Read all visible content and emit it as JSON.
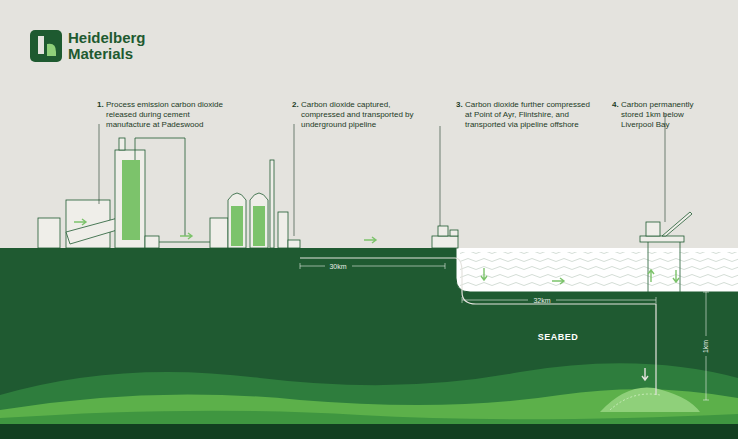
{
  "diagram": {
    "labels": [
      "Heidelberg Materials",
      "1.",
      "Process emission carbon dioxide released during cement manufacture at Padeswood",
      "2.",
      "Carbon dioxide captured, compressed and transported by underground pipeline",
      "3.",
      "Carbon dioxide further compressed at Point of Ayr, Flintshire, and transported via pipeline offshore",
      "4.",
      "Carbon permanently stored 1km below Liverpool Bay",
      "30km",
      "32km",
      "SEABED",
      "1km"
    ]
  }
}
